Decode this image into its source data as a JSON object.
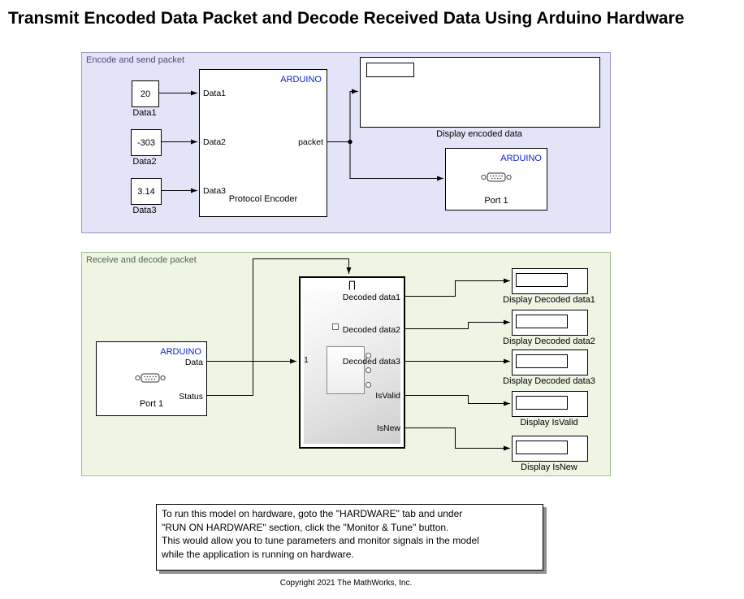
{
  "title": "Transmit Encoded Data Packet and Decode Received Data Using Arduino Hardware",
  "colors": {
    "arduino_blue": "#0d22c8",
    "encode_bg": "#e4e4f9",
    "decode_bg": "#eef5e3",
    "encode_border": "#9a9abf",
    "decode_border": "#a6bf97",
    "encode_label": "#4a4a72",
    "decode_label": "#4e6a43"
  },
  "encode_area": {
    "label": "Encode and send packet",
    "constants": [
      {
        "value": "20",
        "label": "Data1"
      },
      {
        "value": "-303",
        "label": "Data2"
      },
      {
        "value": "3.14",
        "label": "Data3"
      }
    ],
    "encoder": {
      "brand": "ARDUINO",
      "name": "Protocol Encoder",
      "inputs": [
        "Data1",
        "Data2",
        "Data3"
      ],
      "output": "packet"
    },
    "display_label": "Display encoded data",
    "port": {
      "brand": "ARDUINO",
      "name": "Port 1"
    }
  },
  "decode_area": {
    "label": "Receive and decode packet",
    "port": {
      "brand": "ARDUINO",
      "name": "Port 1",
      "outputs": [
        "Data",
        "Status"
      ]
    },
    "decoder": {
      "trigger_symbol": "∏",
      "input_label": "1",
      "outputs": [
        "Decoded data1",
        "Decoded data2",
        "Decoded data3",
        "IsValid",
        "IsNew"
      ]
    },
    "displays": [
      "Display Decoded data1",
      "Display Decoded data2",
      "Display Decoded data3",
      "Display IsValid",
      "Display IsNew"
    ]
  },
  "annotation": {
    "lines": [
      "To run this model on hardware, goto the \"HARDWARE\" tab and under",
      "\"RUN ON HARDWARE\" section, click the \"Monitor & Tune\" button.",
      "This would allow you to tune parameters and monitor signals in the model",
      "while the application is running on hardware."
    ]
  },
  "copyright": "Copyright 2021 The MathWorks, Inc."
}
